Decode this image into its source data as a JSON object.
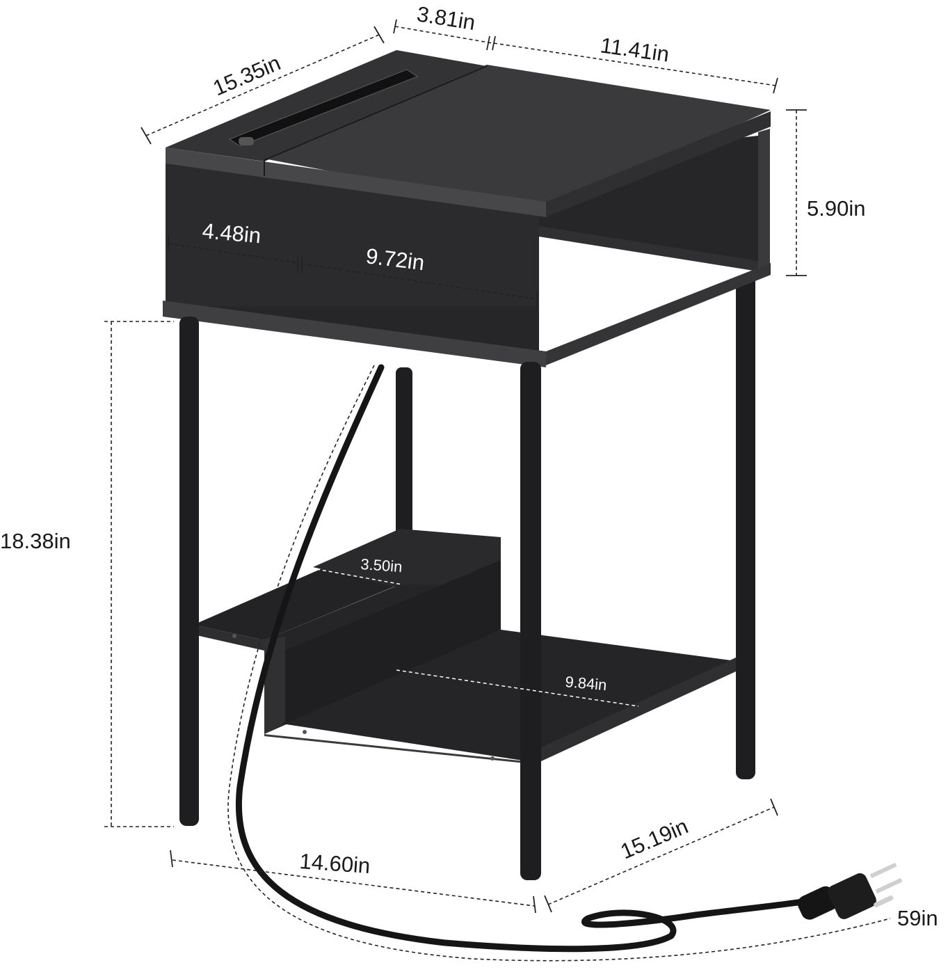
{
  "product": {
    "colors": {
      "body": "#2b2b2d",
      "body_dark": "#1c1c1e",
      "top": "#353537",
      "edge": "#444446",
      "leg": "#1e1e20",
      "cord": "#151515"
    }
  },
  "dimensions": {
    "top_depth": "15.35in",
    "slot_width": "3.81in",
    "lid_width": "11.41in",
    "drawer_height": "5.90in",
    "front_left": "4.48in",
    "front_right": "9.72in",
    "leg_height": "18.38in",
    "step_depth": "3.50in",
    "shelf_width": "9.84in",
    "base_width": "14.60in",
    "base_depth": "15.19in",
    "cord_length": "59in"
  }
}
